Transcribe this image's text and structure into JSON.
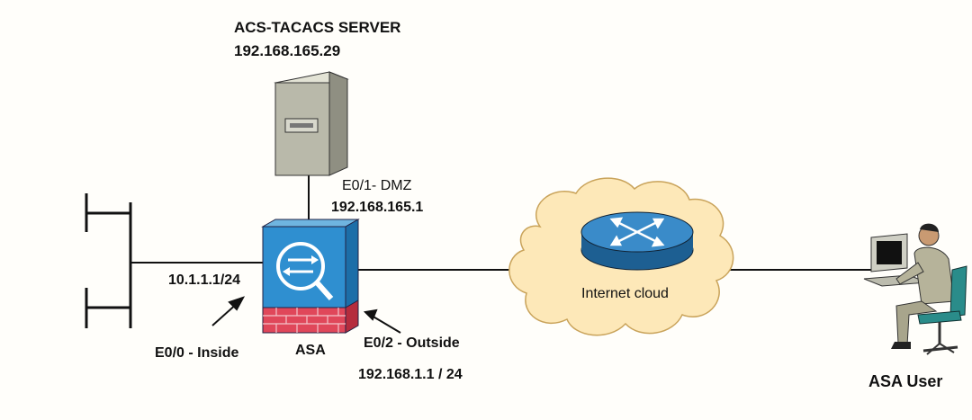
{
  "server": {
    "name": "ACS-TACACS SERVER",
    "ip": "192.168.165.29"
  },
  "dmz": {
    "interface": "E0/1- DMZ",
    "ip": "192.168.165.1"
  },
  "inside": {
    "ip": "10.1.1.1/24",
    "interface": "E0/0 - Inside"
  },
  "asa": {
    "label": "ASA"
  },
  "outside": {
    "interface": "E0/2 - Outside",
    "ip": "192.168.1.1 / 24"
  },
  "cloud": {
    "label": "Internet cloud"
  },
  "user": {
    "label": "ASA User"
  }
}
